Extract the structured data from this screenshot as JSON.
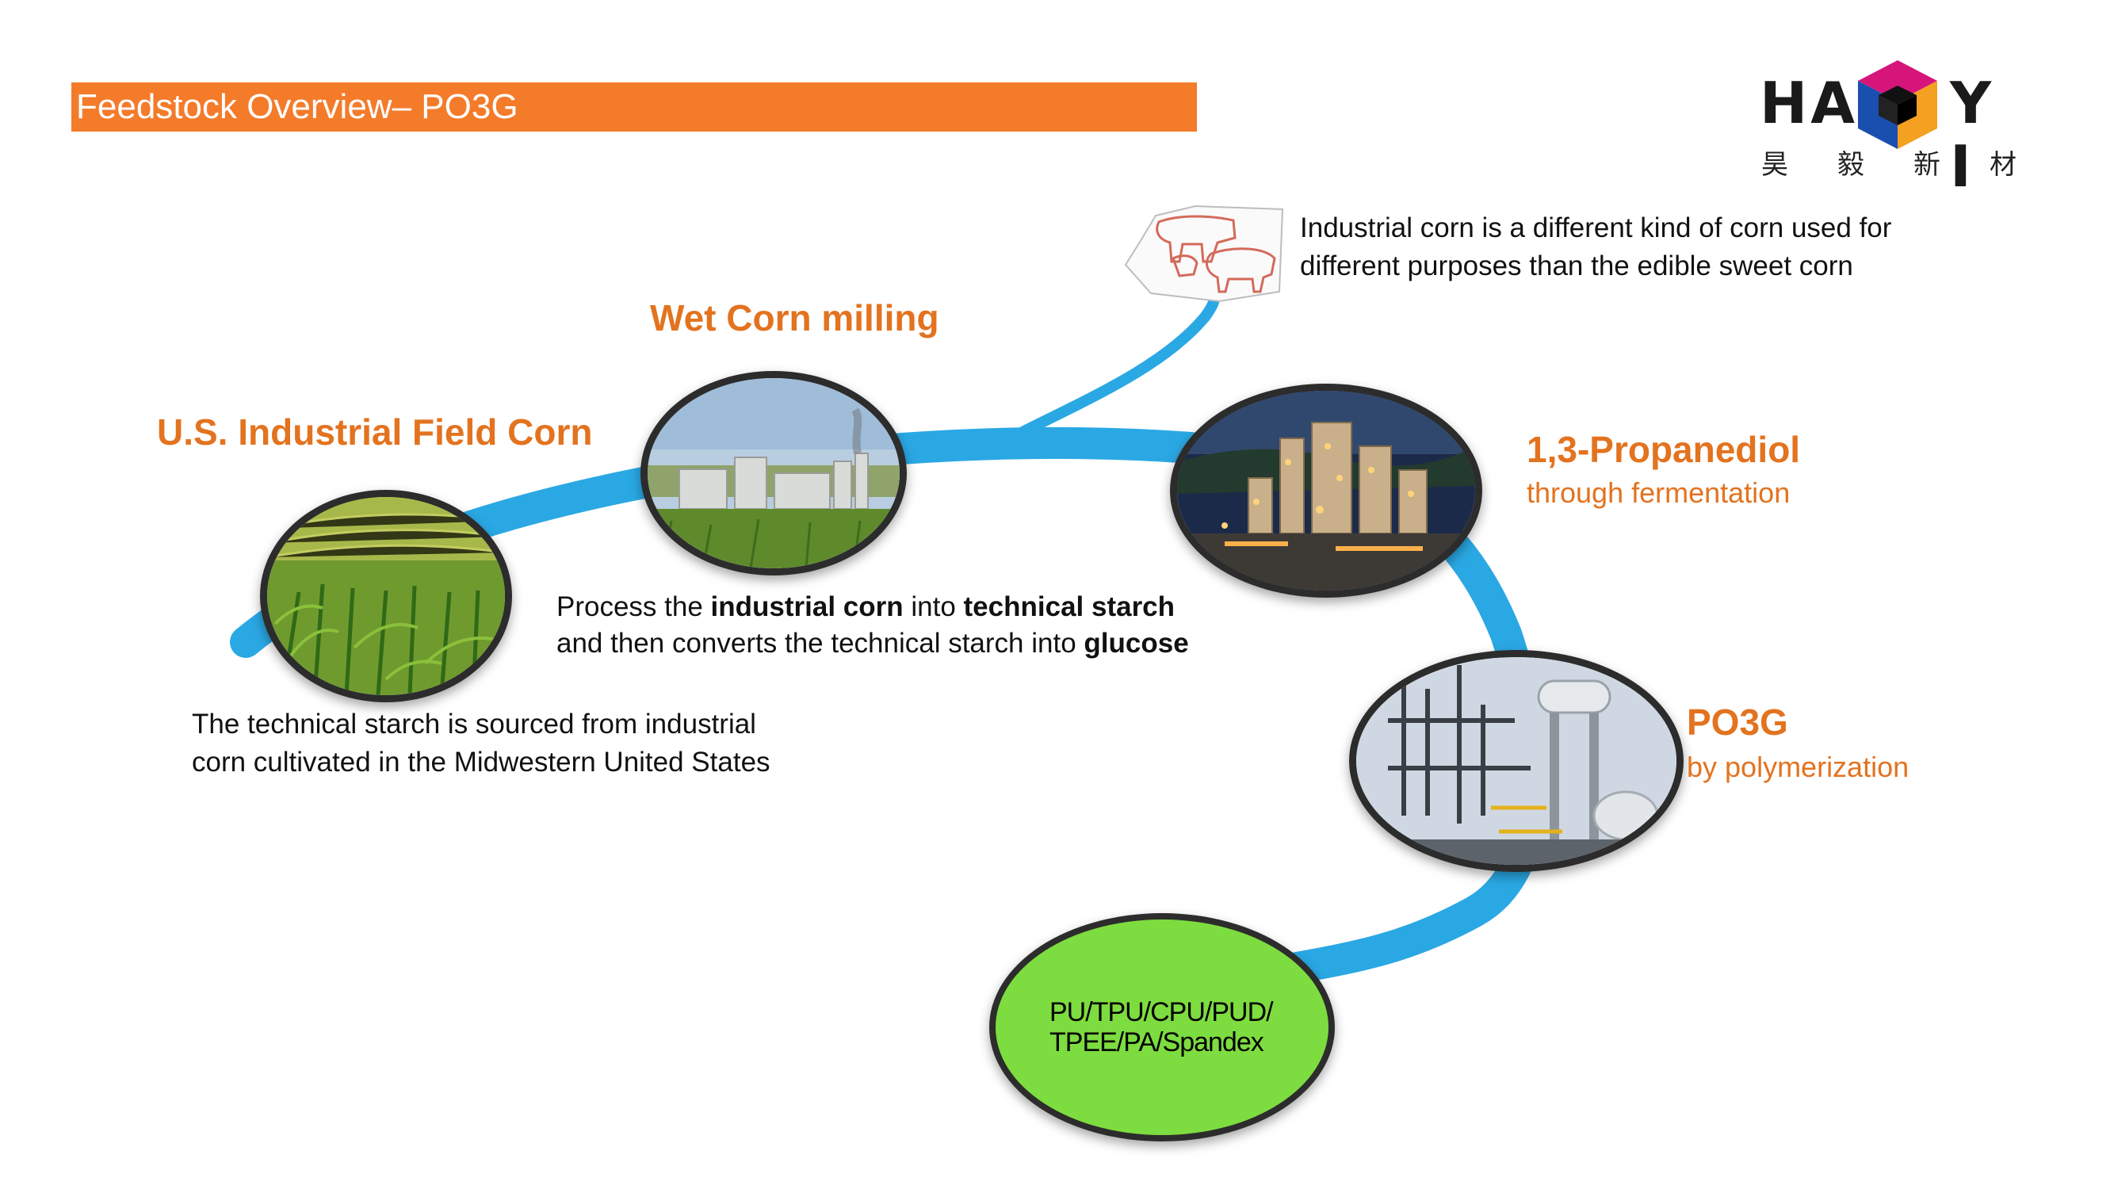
{
  "header": {
    "title": "Feedstock Overview– PO3G"
  },
  "logo": {
    "letters_left": "HA",
    "letters_right": "Y I",
    "chinese": "昊毅新材",
    "colors": {
      "top": "#d6157a",
      "left": "#1a4fb0",
      "right": "#f4a020",
      "text": "#1a1a1a"
    }
  },
  "process": {
    "step1": {
      "heading": "U.S. Industrial Field Corn",
      "desc_line1": "The technical starch is sourced from industrial",
      "desc_line2": "corn cultivated in the Midwestern United States"
    },
    "step2": {
      "heading": "Wet Corn milling",
      "desc_l1_a": "Process the ",
      "desc_l1_b": "industrial corn",
      "desc_l1_c": " into ",
      "desc_l1_d": "technical starch",
      "desc_l2_a": "and then converts the technical starch into ",
      "desc_l2_b": "glucose"
    },
    "note": {
      "line1": "Industrial corn is a different kind of corn used for",
      "line2": "different purposes than the edible sweet corn"
    },
    "step3": {
      "heading": "1,3-Propanediol",
      "subheading": "through fermentation"
    },
    "step4": {
      "heading": "PO3G",
      "subheading": "by polymerization"
    },
    "end": {
      "label": "PU/TPU/CPU/PUD/\nTPEE/PA/Spandex"
    }
  },
  "colors": {
    "accent": "#f47b2a",
    "heading_orange": "#e3731f",
    "path_blue": "#2aa8e4",
    "end_green": "#7ddc3f"
  }
}
